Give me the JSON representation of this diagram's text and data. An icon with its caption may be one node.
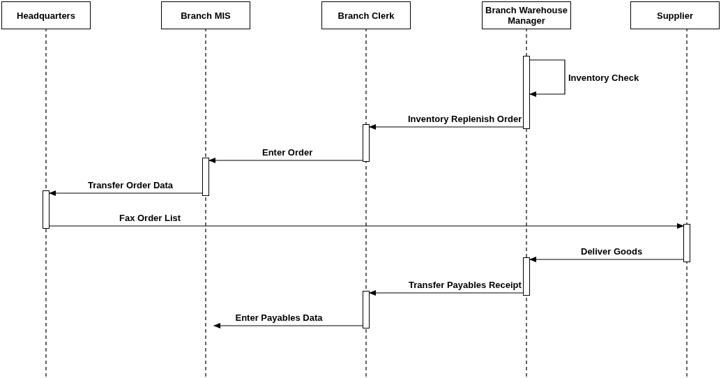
{
  "diagram": {
    "nodes": [
      {
        "text": [
          "Headquarters"
        ]
      },
      {
        "text": [
          "Branch MIS"
        ]
      },
      {
        "text": [
          "Branch Clerk"
        ]
      },
      {
        "text": [
          "Branch Warehouse Manager"
        ]
      },
      {
        "text": [
          "Supplier"
        ]
      },
      {
        "text": [],
        "shape": "bar"
      },
      {
        "text": [],
        "shape": "bar"
      },
      {
        "text": [],
        "shape": "bar"
      },
      {
        "text": [],
        "shape": "bar"
      },
      {
        "text": [],
        "shape": "bar"
      },
      {
        "text": [],
        "shape": "bar"
      },
      {
        "text": [],
        "shape": "bar"
      }
    ],
    "edges": [
      {
        "from": 5,
        "to": 5,
        "arrow": "to",
        "label": "Inventory Check"
      },
      {
        "from": 5,
        "to": 6,
        "arrow": "to",
        "label": "Inventory Replenish Order"
      },
      {
        "from": 6,
        "to": 7,
        "arrow": "to",
        "label": "Enter Order"
      },
      {
        "from": 7,
        "to": 8,
        "arrow": "to",
        "label": "Transfer Order Data"
      },
      {
        "from": 8,
        "to": 9,
        "arrow": "to",
        "label": "Fax Order List"
      },
      {
        "from": 9,
        "to": 10,
        "arrow": "to",
        "label": "Deliver Goods"
      },
      {
        "from": 10,
        "to": 11,
        "arrow": "to",
        "label": "Transfer Payables Receipt"
      },
      {
        "from": 11,
        "to": null,
        "arrow": "to",
        "label": "Enter Payables Data"
      }
    ]
  }
}
